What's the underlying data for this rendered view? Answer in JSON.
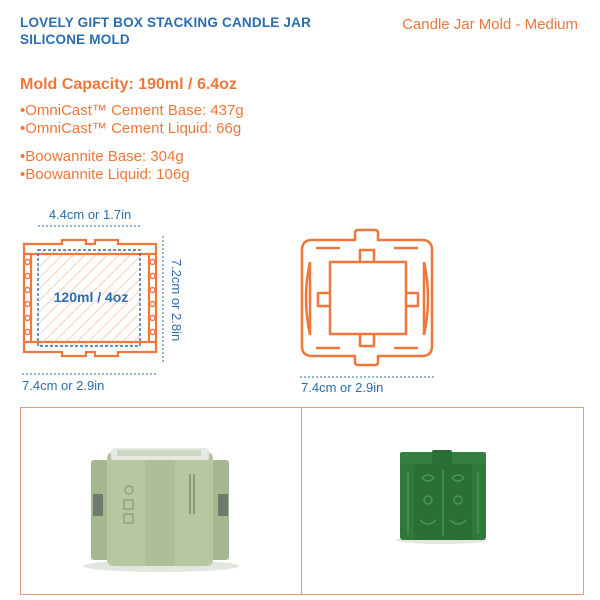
{
  "header": {
    "title_line1": "LOVELY GIFT BOX STACKING CANDLE JAR",
    "title_line2": "SILICONE MOLD",
    "subtitle": "Candle Jar Mold - Medium"
  },
  "capacity": "Mold Capacity: 190ml / 6.4oz",
  "specs": {
    "omnicast": [
      "•OmniCast™ Cement Base: 437g",
      "•OmniCast™ Cement  Liquid: 66g"
    ],
    "boowannite": [
      "•Boowannite Base: 304g",
      "•Boowannite Liquid: 106g"
    ]
  },
  "diagram": {
    "inner_width": "4.4cm or 1.7in",
    "height": "7.2cm or 2.8in",
    "inner_capacity": "120ml / 4oz",
    "outer_width_left": "7.4cm or 2.9in",
    "outer_width_right": "7.4cm or 2.9in"
  },
  "colors": {
    "accent_orange": "#f0773a",
    "accent_blue": "#2a6db0",
    "mold_light_green": "#b6c7a1",
    "candle_dark_green": "#2f7a3a"
  }
}
